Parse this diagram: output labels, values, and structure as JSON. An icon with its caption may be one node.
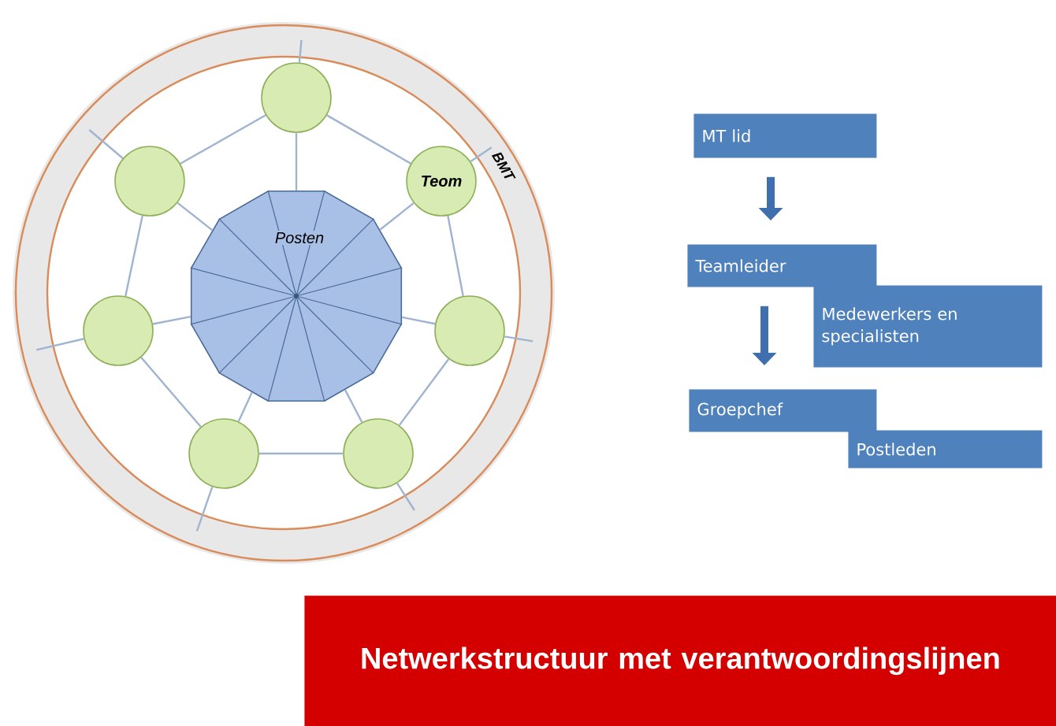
{
  "diagram": {
    "nodes": [
      {
        "text": [
          "BMT"
        ]
      },
      {
        "text": [
          "Posten"
        ],
        "in": 0
      },
      {
        "text": [],
        "shape": "circle",
        "in": 0
      },
      {
        "text": [],
        "shape": "circle",
        "in": 0
      },
      {
        "text": [
          "Teom"
        ],
        "in": 0
      },
      {
        "text": [],
        "shape": "circle",
        "in": 0
      },
      {
        "text": [],
        "shape": "circle",
        "in": 0
      },
      {
        "text": [],
        "shape": "circle",
        "in": 0
      },
      {
        "text": [],
        "shape": "circle",
        "in": 0
      },
      {
        "text": [
          "MT lid"
        ]
      },
      {
        "text": [
          "Teamleider"
        ]
      },
      {
        "text": [
          "Medewerkers en specialisten"
        ]
      },
      {
        "text": [
          "Groepchef"
        ]
      },
      {
        "text": [
          "Postleden"
        ]
      },
      {
        "text": [
          "Netwerkstructuur met verantwoordingslijnen"
        ]
      }
    ],
    "edges": [
      {
        "from": 2,
        "to": 3,
        "arrow": "none"
      },
      {
        "from": 2,
        "to": 4,
        "arrow": "none"
      },
      {
        "from": 3,
        "to": 5,
        "arrow": "none"
      },
      {
        "from": 4,
        "to": 6,
        "arrow": "none"
      },
      {
        "from": 5,
        "to": 7,
        "arrow": "none"
      },
      {
        "from": 6,
        "to": 8,
        "arrow": "none"
      },
      {
        "from": 7,
        "to": 8,
        "arrow": "none"
      },
      {
        "from": 2,
        "to": 1,
        "arrow": "none"
      },
      {
        "from": 3,
        "to": 1,
        "arrow": "none"
      },
      {
        "from": 4,
        "to": 1,
        "arrow": "none"
      },
      {
        "from": 5,
        "to": 1,
        "arrow": "none"
      },
      {
        "from": 6,
        "to": 1,
        "arrow": "none"
      },
      {
        "from": 7,
        "to": 1,
        "arrow": "none"
      },
      {
        "from": 8,
        "to": 1,
        "arrow": "none"
      },
      {
        "from": 2,
        "to": 0,
        "arrow": "none"
      },
      {
        "from": 3,
        "to": 0,
        "arrow": "none"
      },
      {
        "from": 4,
        "to": 0,
        "arrow": "none"
      },
      {
        "from": 5,
        "to": 0,
        "arrow": "none"
      },
      {
        "from": 6,
        "to": 0,
        "arrow": "none"
      },
      {
        "from": 7,
        "to": 0,
        "arrow": "none"
      },
      {
        "from": 8,
        "to": 0,
        "arrow": "none"
      },
      {
        "from": 9,
        "to": 10,
        "arrow": "to",
        "style": "thick",
        "color": "#3f6fae"
      },
      {
        "from": 10,
        "to": 12,
        "arrow": "to",
        "style": "thick",
        "color": "#3f6fae"
      }
    ]
  }
}
